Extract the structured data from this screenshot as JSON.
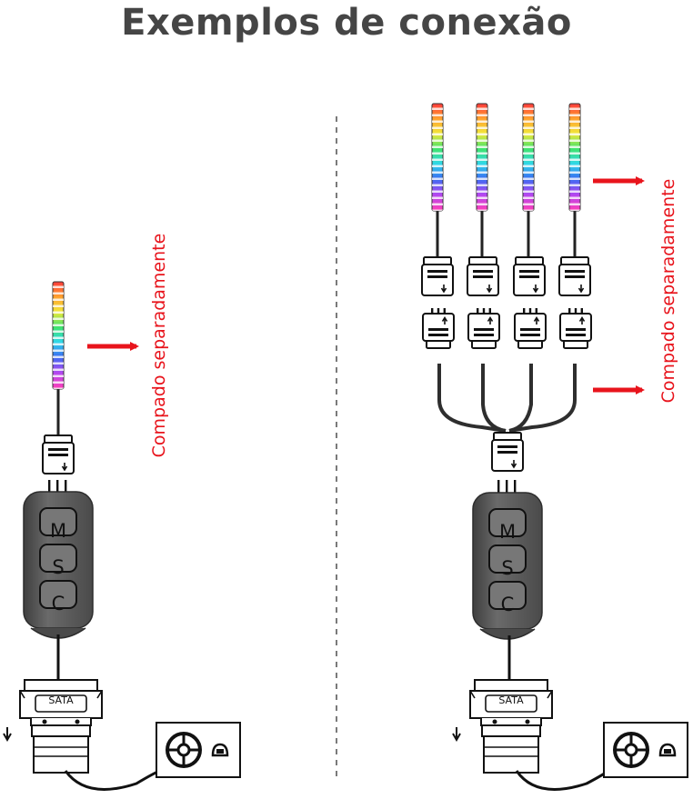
{
  "title": "Exemplos de conexão",
  "left": {
    "label": "Compado separadamente"
  },
  "right": {
    "label": "Compado separadamente"
  },
  "controller": {
    "buttons": [
      "M",
      "S",
      "C"
    ]
  },
  "sata": {
    "label": "SATA"
  },
  "colors": {
    "accent": "#e8141c",
    "title": "#454545",
    "controller": "#5c5c5c"
  }
}
